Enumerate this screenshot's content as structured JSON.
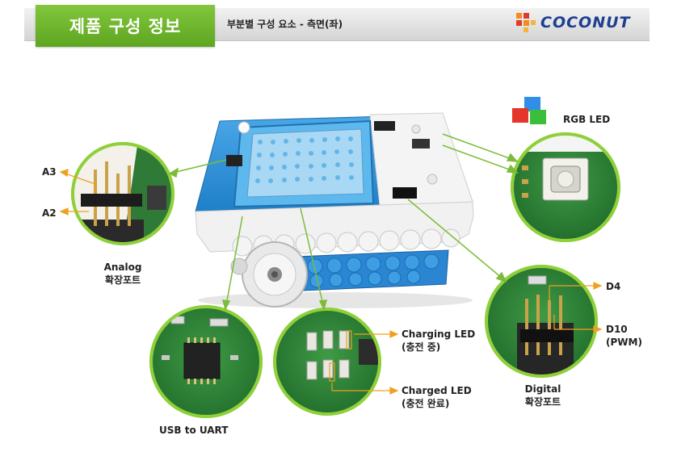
{
  "header": {
    "title": "제품 구성 정보",
    "subtitle": "부분별 구성 요소 - 측면(좌)",
    "logo_text": "COCONUT",
    "logo_icon": "coconut-logo-icon"
  },
  "callouts": {
    "a3": "A3",
    "a2": "A2",
    "analog_line1": "Analog",
    "analog_line2": "확장포트",
    "rgb_led": "RGB LED",
    "d4": "D4",
    "d10_line1": "D10",
    "d10_line2": "(PWM)",
    "digital_line1": "Digital",
    "digital_line2": "확장포트",
    "charging_led_line1": "Charging LED",
    "charging_led_line2": "(충전 중)",
    "charged_led_line1": "Charged LED",
    "charged_led_line2": "(충전 완료)",
    "usb_uart": "USB to UART"
  },
  "colors": {
    "brand_green": "#6ab52a",
    "leader_line": "#7dbb3a",
    "orange_leader": "#f0a020",
    "robot_blue": "#2b8fd6",
    "logo_blue": "#1d3f8f"
  }
}
